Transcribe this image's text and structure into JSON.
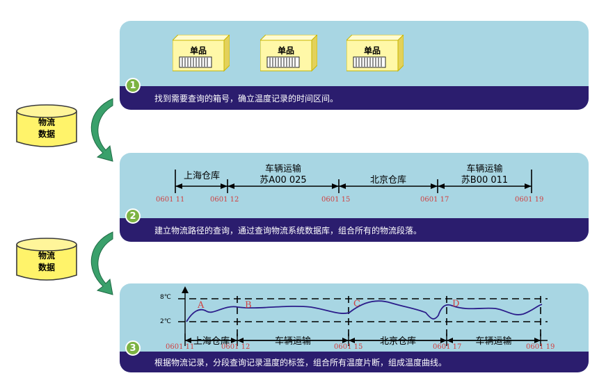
{
  "step1": {
    "number": "1",
    "caption": "找到需要查询的箱号，确立温度记录的时间区间。",
    "items": [
      "单品",
      "单品",
      "单品"
    ]
  },
  "step2": {
    "number": "2",
    "caption": "建立物流路径的查询，通过查询物流系统数据库，组合所有的物流段落。",
    "segments": [
      {
        "line1": "上海仓库",
        "line2": ""
      },
      {
        "line1": "车辆运输",
        "line2": "苏A00 025"
      },
      {
        "line1": "北京仓库",
        "line2": ""
      },
      {
        "line1": "车辆运输",
        "line2": "苏B00 011"
      }
    ],
    "dates": [
      "0601 11",
      "0601 12",
      "0601 15",
      "0601 17",
      "0601 19"
    ]
  },
  "step3": {
    "number": "3",
    "caption": "根据物流记录，分段查询记录温度的标签，组合所有温度片断，组成温度曲线。",
    "y_labels": [
      "8℃",
      "2℃"
    ],
    "segment_letters": [
      "A",
      "B",
      "C",
      "D"
    ],
    "segments": [
      "上海仓库",
      "车辆运输",
      "北京仓库",
      "车辆运输"
    ],
    "dates": [
      "0601 11",
      "0601 12",
      "0601 15",
      "0601 17",
      "0601 19"
    ]
  },
  "cylinders": [
    {
      "line1": "物流",
      "line2": "数据"
    },
    {
      "line1": "物流",
      "line2": "数据"
    }
  ],
  "colors": {
    "panel": "#a8d6e3",
    "bar": "#2b1d6e",
    "curve": "#2b1d8a",
    "date_text": "#d04040",
    "arrow": "#2e8b57",
    "badge": "#7cb342"
  }
}
